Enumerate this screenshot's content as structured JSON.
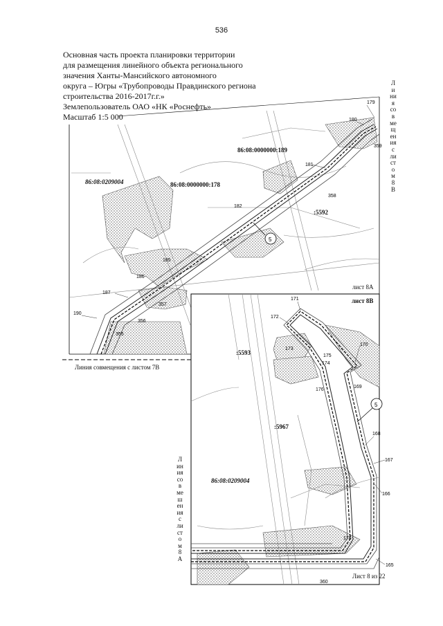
{
  "page_number": "536",
  "title_lines": [
    "Основная часть проекта планировки территории",
    "для размещения линейного объекта регионального",
    "значения Ханты-Мансийского автономного",
    "округа – Югры «Трубопроводы Правдинского региона",
    "строительства 2016-2017г.г.»",
    "Землепользователь ОАО «НК «Роснефть»",
    "Масштаб 1:5 000"
  ],
  "map_top": {
    "side_label_chars": [
      "Л",
      "и",
      "ни",
      "я",
      "со",
      "в",
      "ме",
      "щ",
      "ен",
      "ия",
      "с",
      "ли",
      "ст",
      "о",
      "м",
      "8",
      "В"
    ],
    "cadastre": {
      "plot_189": "86:08:0000000:189",
      "plot_178": "86:08:0000000:178",
      "quarter": "86:08:0209004",
      "plot_5592": ":5592"
    },
    "points": [
      "179",
      "180",
      "359",
      "181",
      "358",
      "182",
      "185",
      "186",
      "187",
      "357",
      "356",
      "355",
      "190"
    ],
    "circle_label": "5",
    "sheet_ref": "лист 8А",
    "bottom_line_label": "Линия совмещения с листом 7В"
  },
  "map_bottom": {
    "sheet_title": "лист 8В",
    "side_label_chars": [
      "Л",
      "ин",
      "ия",
      "со",
      "в",
      "ме",
      "ш",
      "ен",
      "ия",
      "с",
      "ли",
      "ст",
      "о",
      "м",
      "8",
      "А"
    ],
    "cadastre": {
      "plot_5593": ":5593",
      "plot_5967": ":5967",
      "quarter": "86:08:0209004"
    },
    "points": [
      "171",
      "172",
      "173",
      "174",
      "170",
      "175",
      "169",
      "168",
      "167",
      "166",
      "178",
      "165",
      "360"
    ],
    "circle_label": "5",
    "sheet_of": "Лист 8 из 22"
  }
}
